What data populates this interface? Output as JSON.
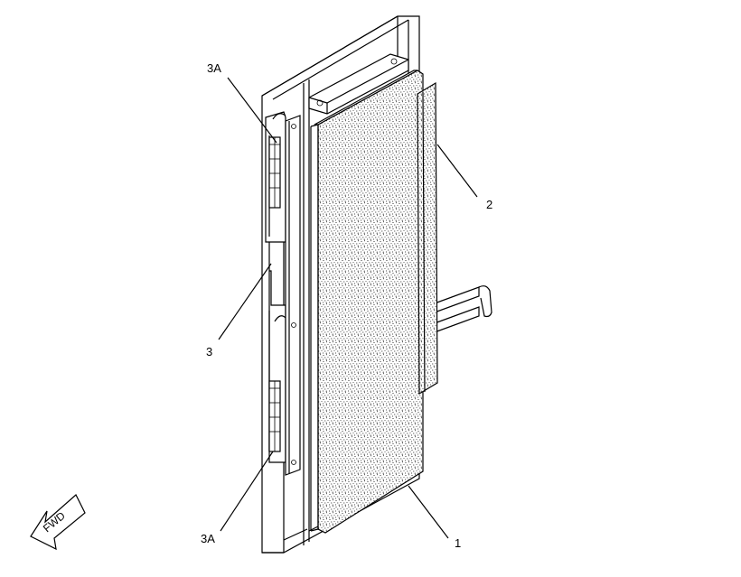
{
  "callouts": {
    "item_3a_top": "3A",
    "item_2": "2",
    "item_3": "3",
    "item_3a_bottom": "3A",
    "item_1": "1"
  },
  "fwd_indicator": {
    "label": "FWD",
    "icon": "fwd-arrow-icon"
  },
  "colors": {
    "line": "#000000",
    "background": "#ffffff"
  }
}
